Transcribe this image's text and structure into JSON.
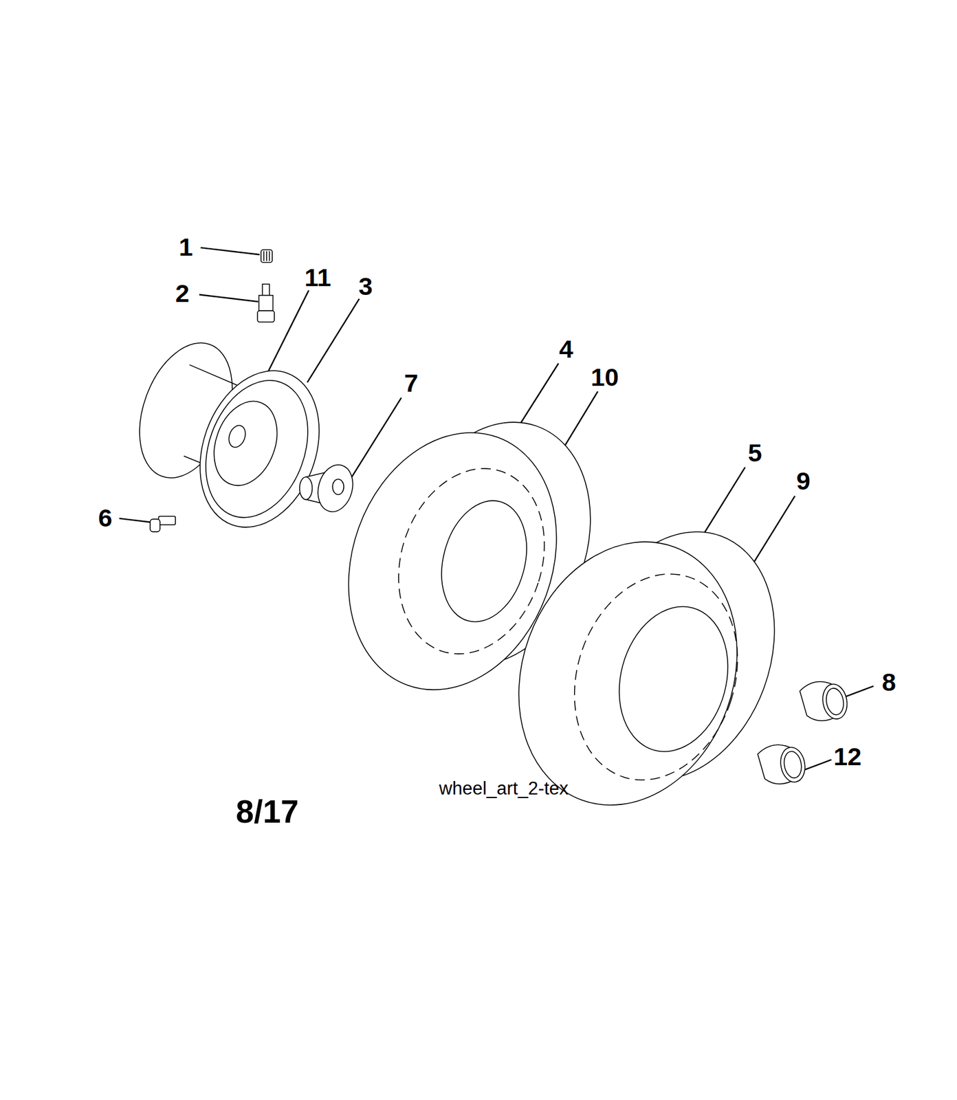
{
  "diagram": {
    "labels": [
      "1",
      "2",
      "11",
      "3",
      "4",
      "10",
      "7",
      "5",
      "9",
      "6",
      "8",
      "12",
      "wheel_art_2-tex",
      "8/17"
    ]
  }
}
